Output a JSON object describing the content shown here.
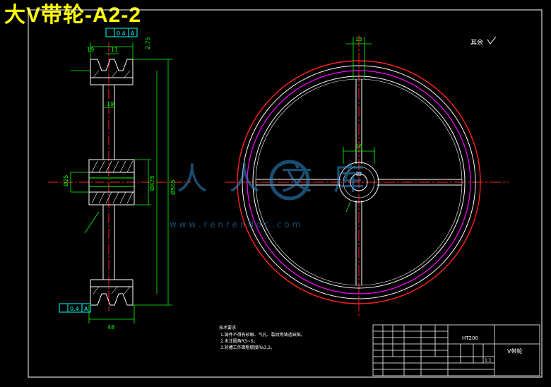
{
  "title": "大V带轮-A2-2",
  "watermark": {
    "cn": "人人文库",
    "url": "w w w . r e n r e n d o c . c o m"
  },
  "colors": {
    "dim": "#00ff00",
    "outline": "#ffffff",
    "center": "#ff2020",
    "pitch": "#ff00ff",
    "title": "#ffff00",
    "tolerance": "#00ffff"
  },
  "dims": {
    "groove_pitch": "19",
    "groove_width": "11",
    "hub_width": "48",
    "web_gap": "19",
    "rim_offset": "2.75",
    "bore_dia": "Ø25",
    "outer_dia": "Ø505",
    "root_dia": "Ø475",
    "right_top": "15",
    "right_hub": "16"
  },
  "tolerance": {
    "value": "0.4",
    "datum": "A"
  },
  "roughness_note": "其余",
  "notes": {
    "heading": "技术要求",
    "lines": [
      "1.铸件不得有砂眼、气孔、裂纹等铸造缺陷。",
      "2.未注圆角R3~5。",
      "3.轮槽工作面粗糙度Ra3.2。"
    ]
  },
  "title_block": {
    "material": "HT200",
    "part_name": "V带轮",
    "scale": "1:1"
  }
}
